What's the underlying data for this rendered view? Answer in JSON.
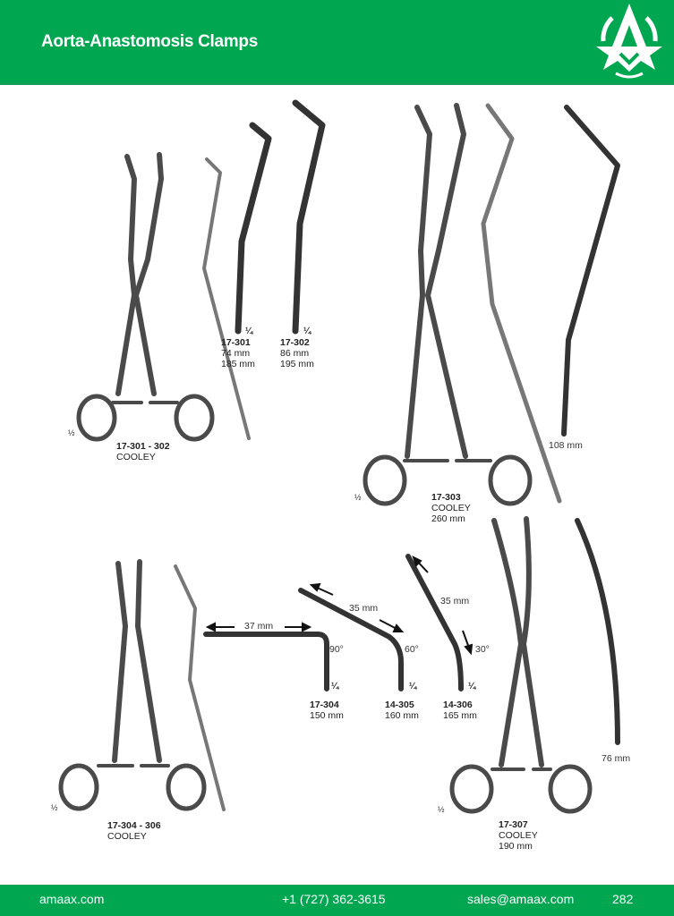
{
  "header": {
    "title": "Aorta-Anastomosis Clamps",
    "logo": "amaax-logo-icon",
    "background_color": "#00a650"
  },
  "products": {
    "p301_302": {
      "code": "17-301 - 302",
      "name": "COOLEY",
      "scale": "½"
    },
    "p301": {
      "code": "17-301",
      "jaw": "74 mm",
      "length": "185 mm",
      "scale": "¼"
    },
    "p302": {
      "code": "17-302",
      "jaw": "86 mm",
      "length": "195 mm",
      "scale": "¼"
    },
    "p303": {
      "code": "17-303",
      "name": "COOLEY",
      "length": "260 mm",
      "scale": "½",
      "jaw": "108 mm"
    },
    "p304_306": {
      "code": "17-304 - 306",
      "name": "COOLEY",
      "scale": "½"
    },
    "p304": {
      "code": "17-304",
      "length": "150 mm",
      "scale": "¼",
      "jaw": "37 mm",
      "angle": "90°"
    },
    "p305": {
      "code": "14-305",
      "length": "160 mm",
      "scale": "¼",
      "jaw": "35 mm",
      "angle": "60°"
    },
    "p306": {
      "code": "14-306",
      "length": "165 mm",
      "scale": "¼",
      "jaw": "35 mm",
      "angle": "30°"
    },
    "p307": {
      "code": "17-307",
      "name": "COOLEY",
      "length": "190 mm",
      "scale": "½",
      "jaw": "76 mm"
    }
  },
  "footer": {
    "website": "amaax.com",
    "phone": "+1 (727) 362-3615",
    "email": "sales@amaax.com",
    "page_number": "282",
    "background_color": "#00a650"
  }
}
